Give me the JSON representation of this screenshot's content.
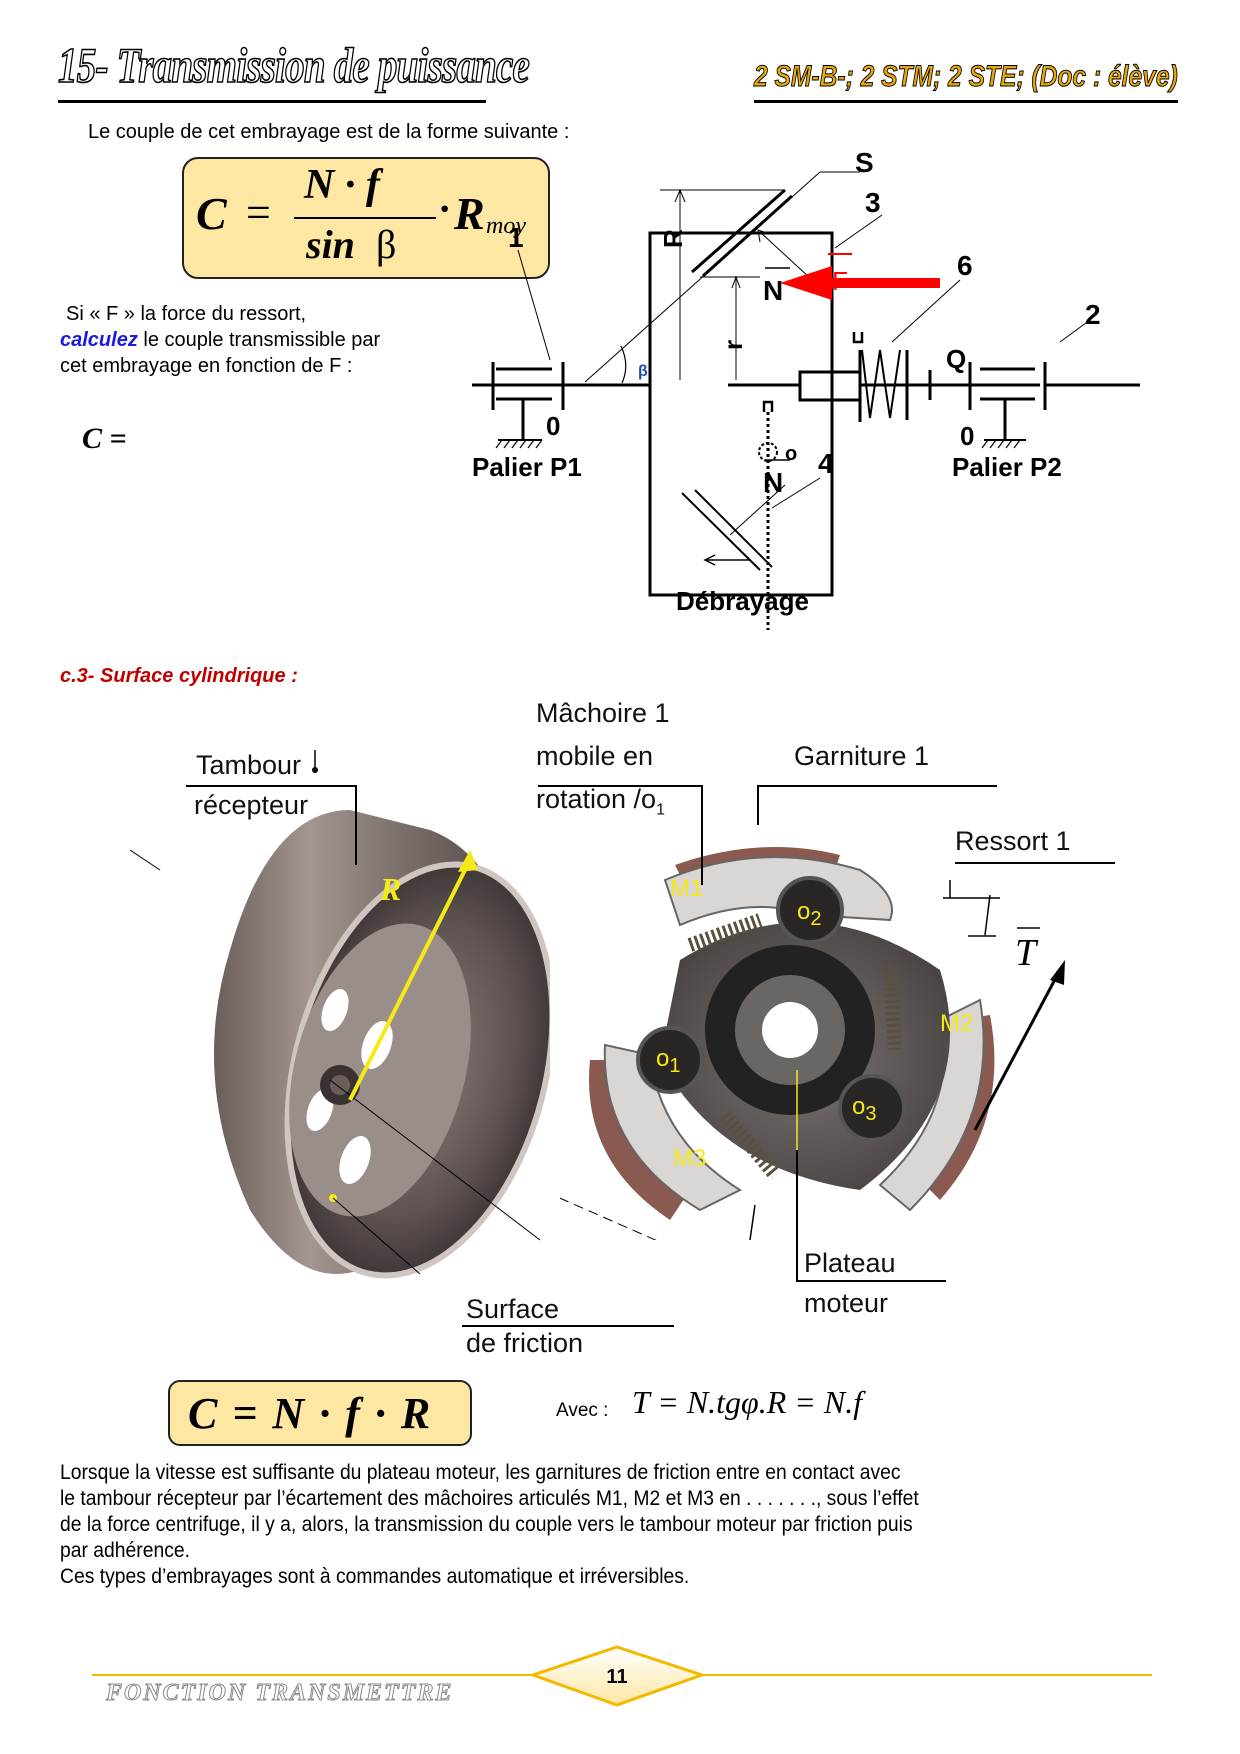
{
  "header": {
    "title": "15- Transmission de puissance",
    "classes": "2 SM-B-; 2 STM; 2 STE; (Doc : élève)"
  },
  "section_cone": {
    "intro": "Le couple de cet embrayage est de la forme suivante :",
    "formula": {
      "lhs": "C",
      "eq": "=",
      "numerator": "N · f",
      "denominator_sin": "sin",
      "denominator_beta": "β",
      "dot": "·",
      "R": "R",
      "subscript": "moy"
    },
    "question_line1": "Si « F » la force du ressort,",
    "question_emph": "calculez",
    "question_line2_rest": " le couple transmissible par",
    "question_line3": "cet embrayage en fonction de F :",
    "answer_prefix": "C ="
  },
  "diagram_cone": {
    "labels": {
      "S": "S",
      "n3": "3",
      "n1": "1",
      "n6": "6",
      "n2": "2",
      "R": "R",
      "r": "r",
      "N_top": "N",
      "N_bottom": "N",
      "F": "F",
      "Q": "Q",
      "beta": "β",
      "zero_left": "0",
      "zero_right": "0",
      "o": "o",
      "n4": "4",
      "palier1": "Palier P1",
      "palier2": "Palier P2",
      "debrayage": "Débrayage"
    },
    "colors": {
      "force_arrow": "#ff0000",
      "beta_label": "#1e4fb0"
    }
  },
  "section_cyl": {
    "heading": "c.3- Surface cylindrique :",
    "labels": {
      "tambour_1": "Tambour",
      "tambour_2": "récepteur",
      "machoire_1": "Mâchoire 1",
      "machoire_2": "mobile en",
      "machoire_3": "rotation /o",
      "machoire_sub": "1",
      "garniture": "Garniture 1",
      "ressort": "Ressort 1",
      "T": "T",
      "R": "R",
      "surface_1": "Surface",
      "surface_2": "de friction",
      "plateau_1": "Plateau",
      "plateau_2": "moteur",
      "M1": "M1",
      "M2": "M2",
      "M3": "M3",
      "o1": "o",
      "o1_sub": "1",
      "o2": "o",
      "o2_sub": "2",
      "o3": "o",
      "o3_sub": "3"
    },
    "formula": "C = N · f · R",
    "avec_label": "Avec : ",
    "avec_formula": "T = N.tgφ.R = N.f",
    "paragraph": [
      " Lorsque la vitesse est suffisante du plateau moteur, les garnitures de friction entre en contact avec",
      "le tambour récepteur par l’écartement des mâchoires articulés  M1, M2 et M3 en . . . . . . ., sous l’effet",
      "de la force centrifuge, il y a, alors, la transmission du couple vers le tambour moteur par friction puis",
      "par adhérence.",
      " Ces types d’embrayages sont à commandes automatique et irréversibles."
    ]
  },
  "footer": {
    "brand": "FONCTION TRANSMETTRE",
    "page_number": "11",
    "accent": "#f5b800"
  }
}
